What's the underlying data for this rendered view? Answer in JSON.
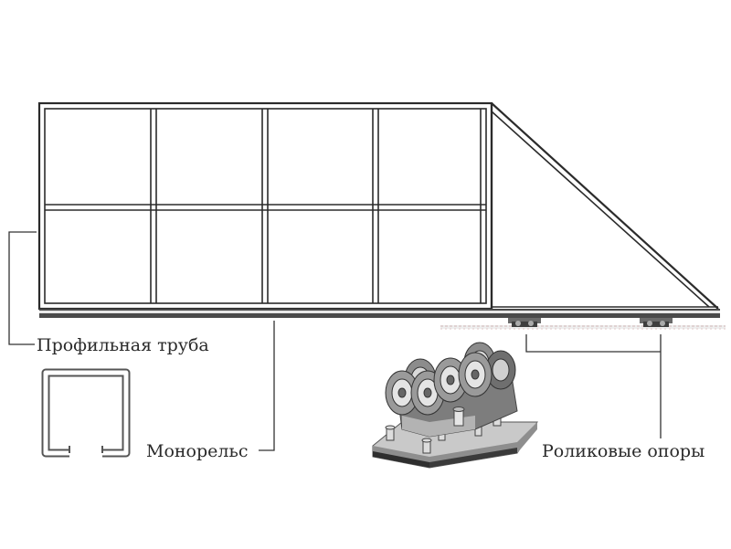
{
  "labels": {
    "profile_pipe": "Профильная труба",
    "monorail": "Монорельс",
    "roller_supports": "Роликовые опоры"
  },
  "colors": {
    "frame": "#2b2b2b",
    "rail": "#4a4a4a",
    "rail_light": "#e8e8e8",
    "steel": "#9a9a9a",
    "steel_dark": "#5e5e5e",
    "steel_light": "#d6d6d6",
    "plate": "#c9c9c9",
    "text": "#2a2a2a"
  },
  "icons": {
    "gate": "sliding-gate-drawing",
    "profile": "profile-pipe-section-icon",
    "roller_cart": "roller-cart-icon"
  }
}
